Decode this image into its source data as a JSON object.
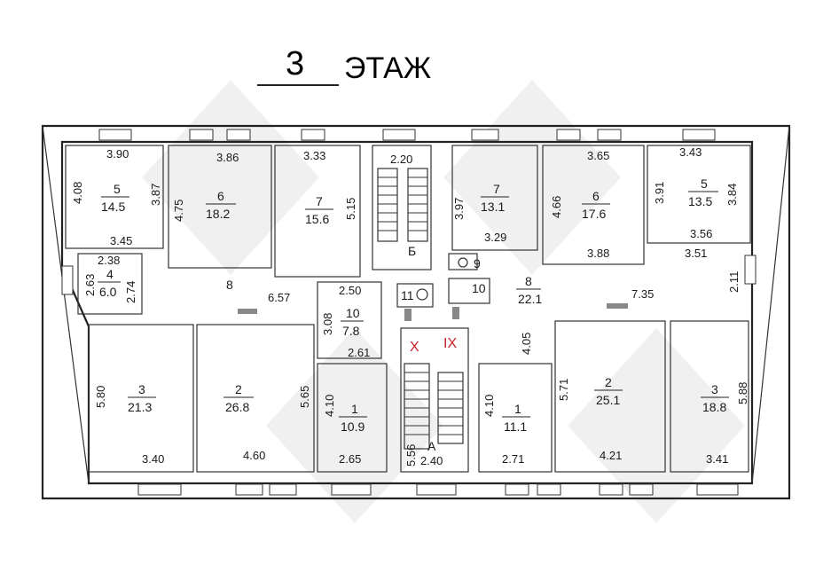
{
  "floor": {
    "number": "3",
    "label": "ЭТАЖ"
  },
  "rooms": [
    {
      "id": "L5",
      "num": "5",
      "area": "14.5"
    },
    {
      "id": "L6",
      "num": "6",
      "area": "18.2"
    },
    {
      "id": "L7",
      "num": "7",
      "area": "15.6"
    },
    {
      "id": "R7",
      "num": "7",
      "area": "13.1"
    },
    {
      "id": "R6",
      "num": "6",
      "area": "17.6"
    },
    {
      "id": "R5",
      "num": "5",
      "area": "13.5"
    },
    {
      "id": "L4",
      "num": "4",
      "area": "6.0"
    },
    {
      "id": "L10",
      "num": "10",
      "area": "7.8"
    },
    {
      "id": "R8",
      "num": "8",
      "area": "22.1"
    },
    {
      "id": "L3",
      "num": "3",
      "area": "21.3"
    },
    {
      "id": "L2",
      "num": "2",
      "area": "26.8"
    },
    {
      "id": "L1",
      "num": "1",
      "area": "10.9"
    },
    {
      "id": "R1",
      "num": "1",
      "area": "11.1"
    },
    {
      "id": "R2",
      "num": "2",
      "area": "25.1"
    },
    {
      "id": "R3",
      "num": "3",
      "area": "18.8"
    }
  ],
  "labels": {
    "corridor_left": "8",
    "wc_11": "11",
    "wc_9": "9",
    "room_10_right": "10",
    "stair_b": "Б",
    "stair_a": "А",
    "mark_x": "X",
    "mark_ix": "IX"
  },
  "dims": [
    "3.90",
    "4.08",
    "3.87",
    "3.45",
    "3.86",
    "4.75",
    "3.33",
    "5.15",
    "2.20",
    "3.97",
    "3.65",
    "4.66",
    "3.43",
    "3.91",
    "3.84",
    "3.56",
    "3.51",
    "3.29",
    "3.88",
    "2.11",
    "2.38",
    "2.63",
    "2.74",
    "6.57",
    "2.50",
    "3.08",
    "2.61",
    "7.35",
    "4.05",
    "5.80",
    "3.40",
    "5.65",
    "4.60",
    "4.10",
    "2.65",
    "5.56",
    "2.40",
    "4.10",
    "2.71",
    "5.71",
    "4.21",
    "5.88",
    "3.41"
  ]
}
